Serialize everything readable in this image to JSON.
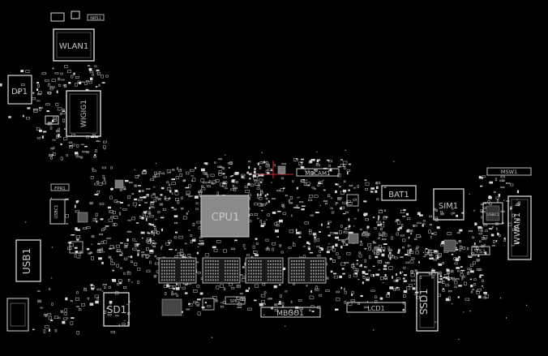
{
  "labels": {
    "wlan": "WLAN1",
    "wigig": "WIGIG1",
    "dp": "DP1",
    "cpu": "CPU1",
    "bat": "BAT1",
    "sim": "SIM1",
    "wwan": "WWAN1",
    "usb1": "USB1",
    "sd1": "SD1",
    "ssd": "SSD1",
    "mbgo": "MBGO1",
    "lcd": "LCD1",
    "mbcam": "MBCAM1",
    "nrs": "NRS1",
    "fpr": "FPR1",
    "msw": "MSW1",
    "usb_c_left": "USBC1",
    "usb_c_right": "USBC1",
    "ts": "TS1",
    "spk": "SPK1"
  },
  "colors": {
    "background": "#000000",
    "outline": "#d8d8d8",
    "cpu_fill": "#8a8a8a",
    "trace_red": "#b8323c"
  }
}
